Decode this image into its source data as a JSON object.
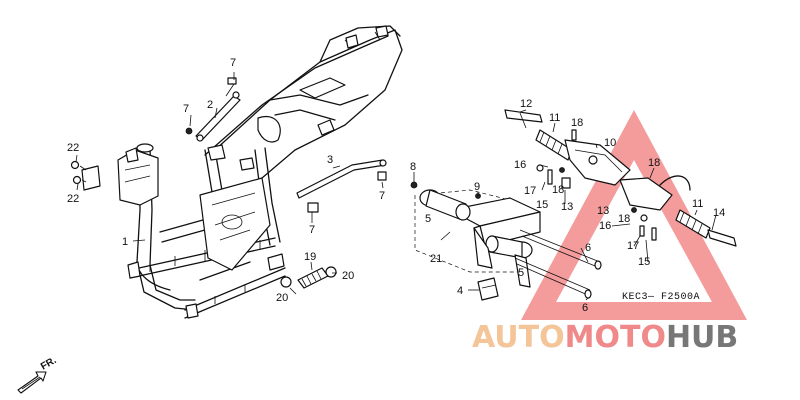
{
  "diagram": {
    "callouts": [
      {
        "id": "c1",
        "text": "1"
      },
      {
        "id": "c2",
        "text": "2"
      },
      {
        "id": "c3",
        "text": "3"
      },
      {
        "id": "c4",
        "text": "4"
      },
      {
        "id": "c5a",
        "text": "5"
      },
      {
        "id": "c5b",
        "text": "5"
      },
      {
        "id": "c6a",
        "text": "6"
      },
      {
        "id": "c6b",
        "text": "6"
      },
      {
        "id": "c7a",
        "text": "7"
      },
      {
        "id": "c7b",
        "text": "7"
      },
      {
        "id": "c7c",
        "text": "7"
      },
      {
        "id": "c7d",
        "text": "7"
      },
      {
        "id": "c8",
        "text": "8"
      },
      {
        "id": "c9",
        "text": "9"
      },
      {
        "id": "c10",
        "text": "10"
      },
      {
        "id": "c11a",
        "text": "11"
      },
      {
        "id": "c11b",
        "text": "11"
      },
      {
        "id": "c12",
        "text": "12"
      },
      {
        "id": "c13a",
        "text": "13"
      },
      {
        "id": "c13b",
        "text": "13"
      },
      {
        "id": "c14",
        "text": "14"
      },
      {
        "id": "c15a",
        "text": "15"
      },
      {
        "id": "c15b",
        "text": "15"
      },
      {
        "id": "c16a",
        "text": "16"
      },
      {
        "id": "c16b",
        "text": "16"
      },
      {
        "id": "c17a",
        "text": "17"
      },
      {
        "id": "c17b",
        "text": "17"
      },
      {
        "id": "c18a",
        "text": "18"
      },
      {
        "id": "c18b",
        "text": "18"
      },
      {
        "id": "c18c",
        "text": "18"
      },
      {
        "id": "c18d",
        "text": "18"
      },
      {
        "id": "c19",
        "text": "19"
      },
      {
        "id": "c20a",
        "text": "20"
      },
      {
        "id": "c20b",
        "text": "20"
      },
      {
        "id": "c21",
        "text": "21"
      },
      {
        "id": "c22a",
        "text": "22"
      },
      {
        "id": "c22b",
        "text": "22"
      }
    ],
    "diagram_code": "KEC3— F2500A",
    "front_indicator": "FR."
  },
  "watermark": {
    "part1": "AUTO",
    "part2": "MOTO",
    "part3": "HUB",
    "color1": "#f5c59a",
    "color2": "#f08a8a",
    "color3": "#777777",
    "triangle_color": "#f28b8b"
  }
}
